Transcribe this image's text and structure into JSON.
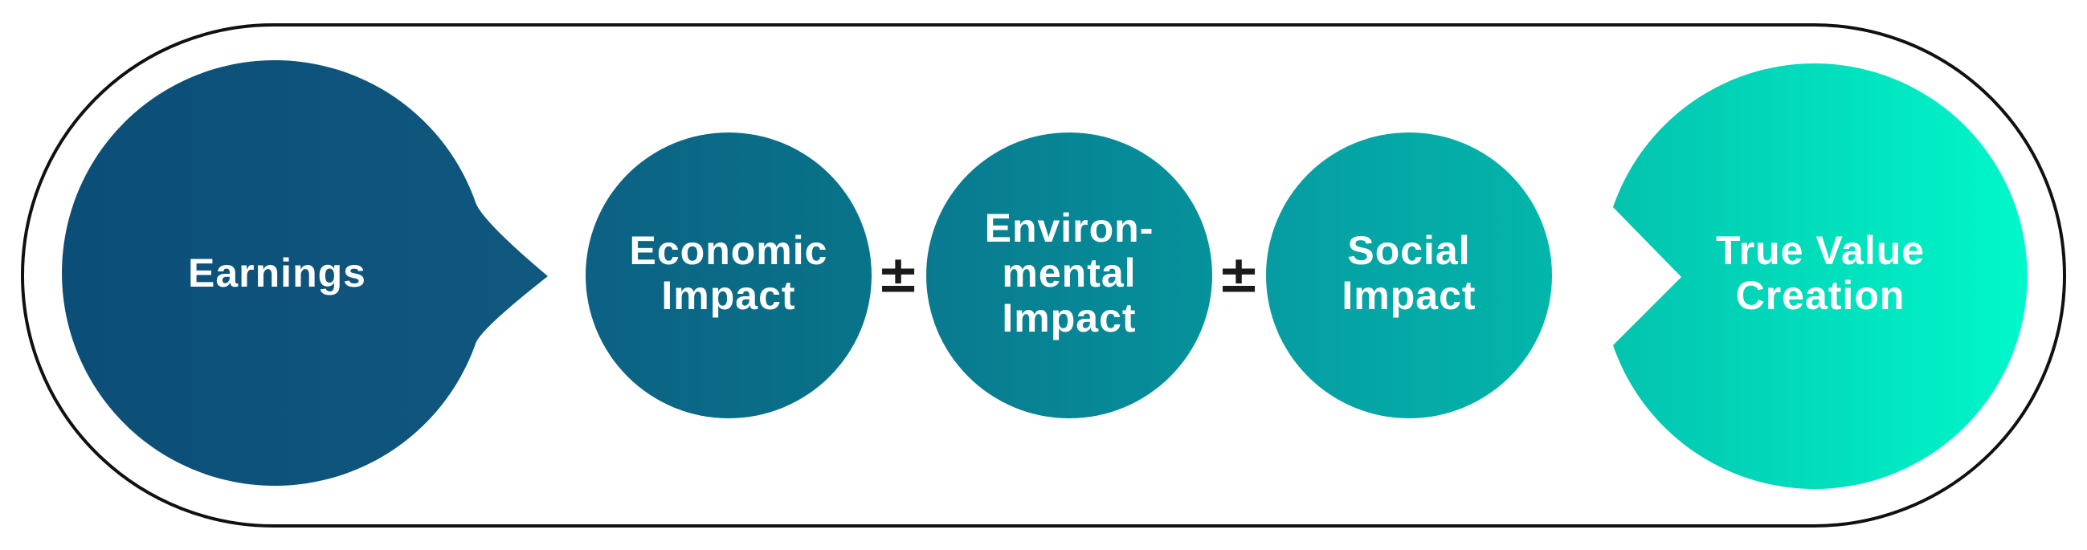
{
  "diagram": {
    "earnings": {
      "label": "Earnings",
      "color": "#0d4f78"
    },
    "economic": {
      "lines": [
        "Economic",
        "Impact"
      ],
      "color": "#0a6a87"
    },
    "environmental": {
      "lines": [
        "Environ-",
        "mental",
        "Impact"
      ],
      "color": "#0a8895"
    },
    "social": {
      "lines": [
        "Social",
        "Impact"
      ],
      "color": "#06a8a4"
    },
    "true_value": {
      "lines": [
        "True Value",
        "Creation"
      ],
      "color_start": "#02c4b0",
      "color_end": "#00f5c9"
    },
    "operator_1": "±",
    "operator_2": "±",
    "outline_color": "#111111"
  }
}
